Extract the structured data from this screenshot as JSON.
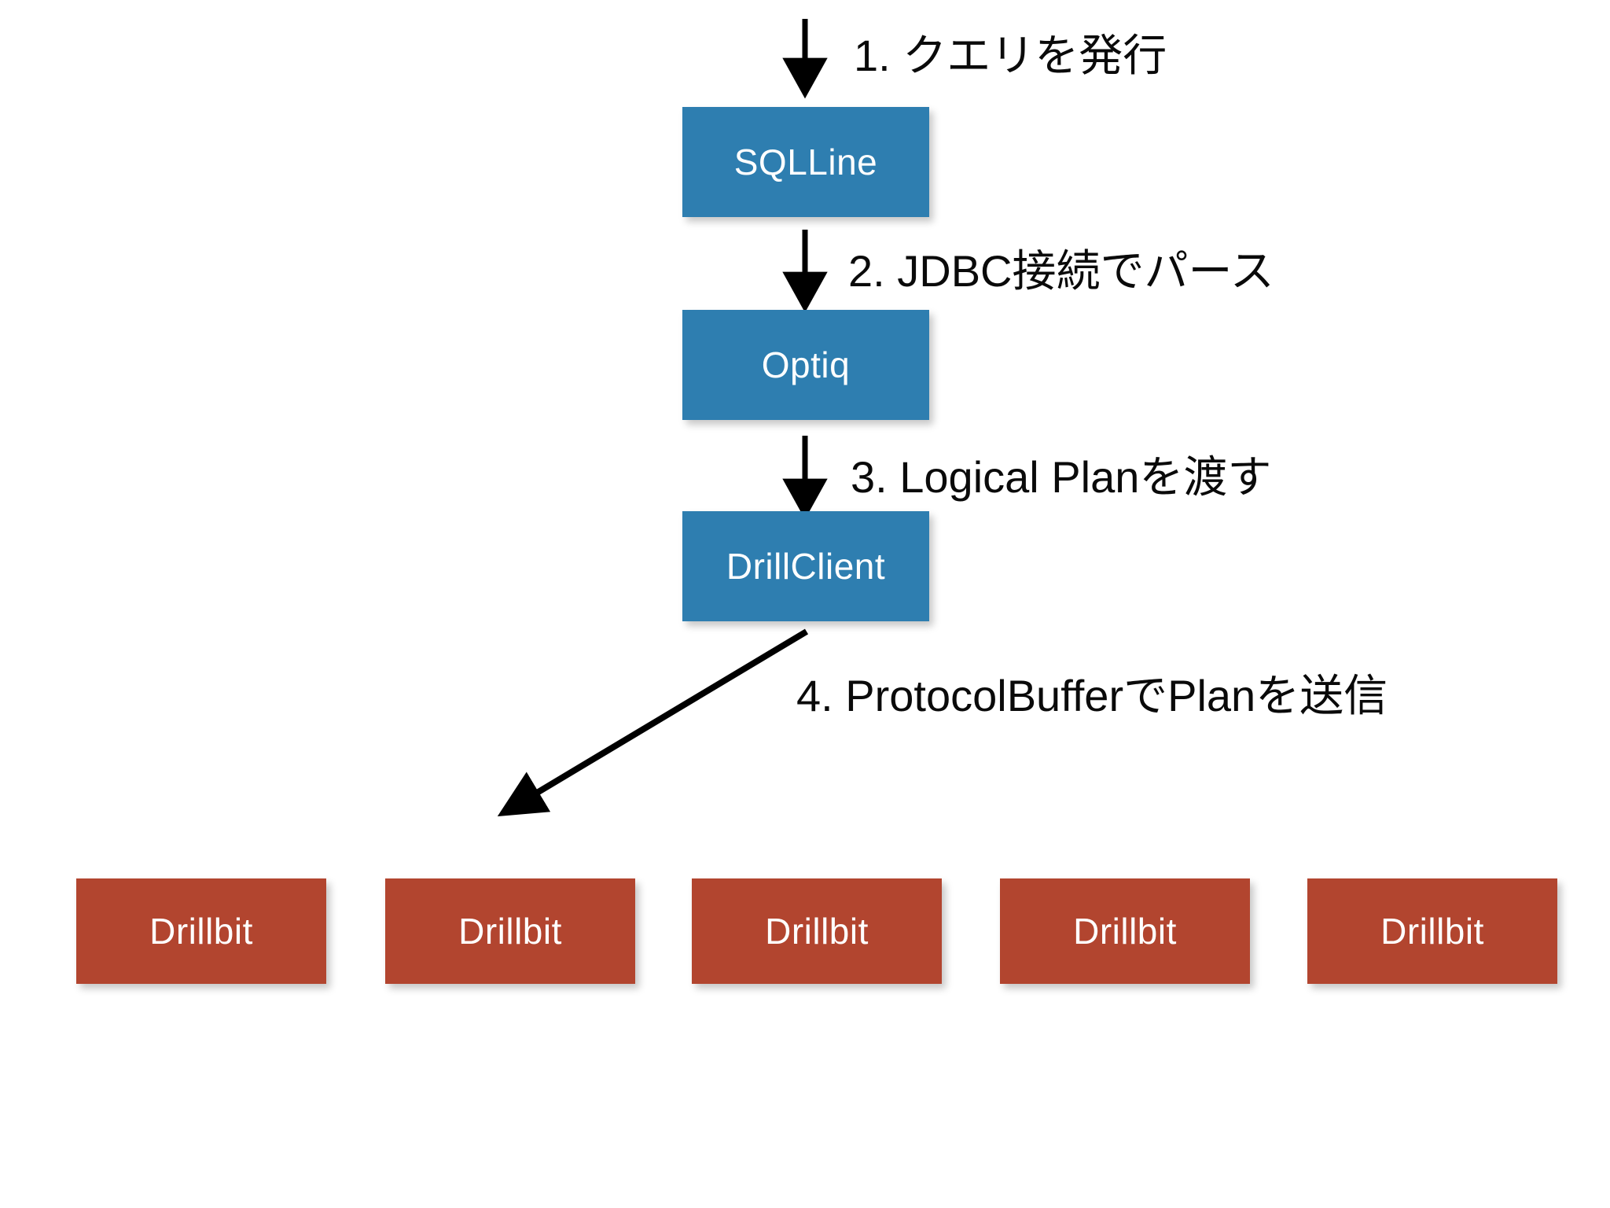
{
  "diagram": {
    "title_text": "",
    "background_color": "#ffffff",
    "colors": {
      "client_node": "#2e7eb0",
      "server_node": "#b2452f",
      "arrow": "#000000",
      "node_text": "#ffffff",
      "label_text": "#0a0a0a"
    },
    "client_nodes": [
      {
        "label": "SQLLine"
      },
      {
        "label": "Optiq"
      },
      {
        "label": "DrillClient"
      }
    ],
    "server_nodes": [
      {
        "label": "Drillbit"
      },
      {
        "label": "Drillbit"
      },
      {
        "label": "Drillbit"
      },
      {
        "label": "Drillbit"
      },
      {
        "label": "Drillbit"
      }
    ],
    "steps": [
      {
        "number": "1.",
        "text": "1. クエリを発行"
      },
      {
        "number": "2.",
        "text": "2. JDBC接続でパース"
      },
      {
        "number": "3.",
        "text": "3. Logical Planを渡す"
      },
      {
        "number": "4.",
        "text": "4. ProtocolBufferでPlanを送信"
      }
    ],
    "arrows": [
      {
        "name": "arrow-to-sqlline",
        "kind": "vertical-down"
      },
      {
        "name": "arrow-sqlline-to-optiq",
        "kind": "vertical-down"
      },
      {
        "name": "arrow-optiq-to-drillclient",
        "kind": "vertical-down"
      },
      {
        "name": "arrow-drillclient-to-drillbits",
        "kind": "diagonal-down-left"
      }
    ]
  }
}
